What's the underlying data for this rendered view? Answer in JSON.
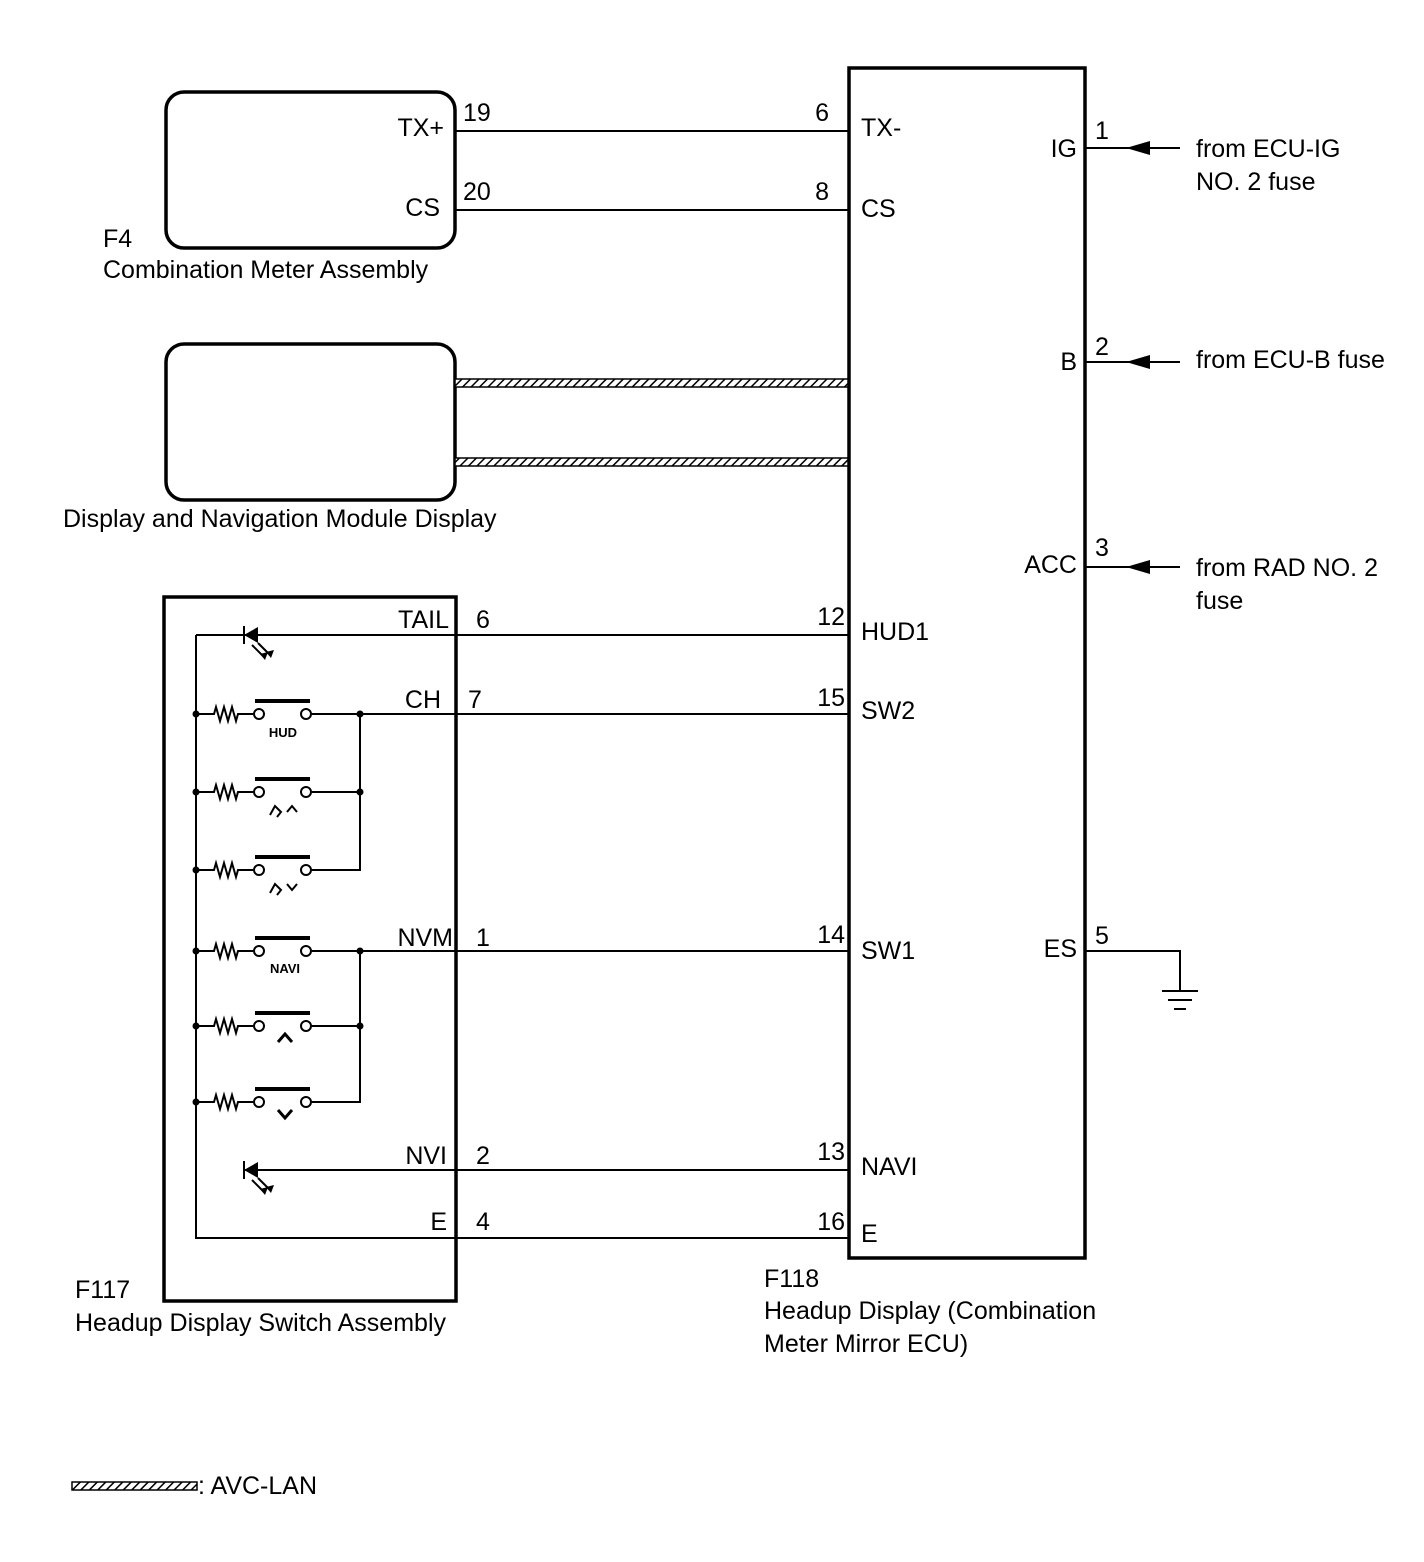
{
  "colors": {
    "ink": "#000000",
    "background": "#ffffff"
  },
  "combination_meter": {
    "code": "F4",
    "name": "Combination Meter Assembly",
    "pins": [
      {
        "label": "TX+",
        "number": "19"
      },
      {
        "label": "CS",
        "number": "20"
      }
    ]
  },
  "nav_display": {
    "name": "Display and Navigation Module Display"
  },
  "switch_assembly": {
    "code": "F117",
    "name": "Headup Display Switch Assembly",
    "pins": [
      {
        "label": "TAIL",
        "number": "6"
      },
      {
        "label": "CH",
        "number": "7"
      },
      {
        "label": "NVM",
        "number": "1"
      },
      {
        "label": "NVI",
        "number": "2"
      },
      {
        "label": "E",
        "number": "4"
      }
    ],
    "switches": [
      {
        "label": "HUD",
        "icon": "hud-switch-icon"
      },
      {
        "label": "",
        "icon": "brightness-up-icon"
      },
      {
        "label": "",
        "icon": "brightness-down-icon"
      },
      {
        "label": "NAVI",
        "icon": "navi-switch-icon"
      },
      {
        "label": "",
        "icon": "chevron-up-icon"
      },
      {
        "label": "",
        "icon": "chevron-down-icon"
      }
    ]
  },
  "hud_ecu": {
    "code": "F118",
    "name_line1": "Headup Display (Combination",
    "name_line2": "Meter Mirror ECU)",
    "left_pins": [
      {
        "label": "TX-",
        "number": "6"
      },
      {
        "label": "CS",
        "number": "8"
      },
      {
        "label": "HUD1",
        "number": "12"
      },
      {
        "label": "SW2",
        "number": "15"
      },
      {
        "label": "SW1",
        "number": "14"
      },
      {
        "label": "NAVI",
        "number": "13"
      },
      {
        "label": "E",
        "number": "16"
      }
    ],
    "right_pins": [
      {
        "label": "IG",
        "number": "1"
      },
      {
        "label": "B",
        "number": "2"
      },
      {
        "label": "ACC",
        "number": "3"
      },
      {
        "label": "ES",
        "number": "5"
      }
    ]
  },
  "power_sources": [
    {
      "line1": "from ECU-IG",
      "line2": "NO. 2 fuse"
    },
    {
      "line1": "from ECU-B fuse",
      "line2": ""
    },
    {
      "line1": "from RAD NO. 2",
      "line2": "fuse"
    }
  ],
  "legend": {
    "label": ": AVC-LAN"
  }
}
